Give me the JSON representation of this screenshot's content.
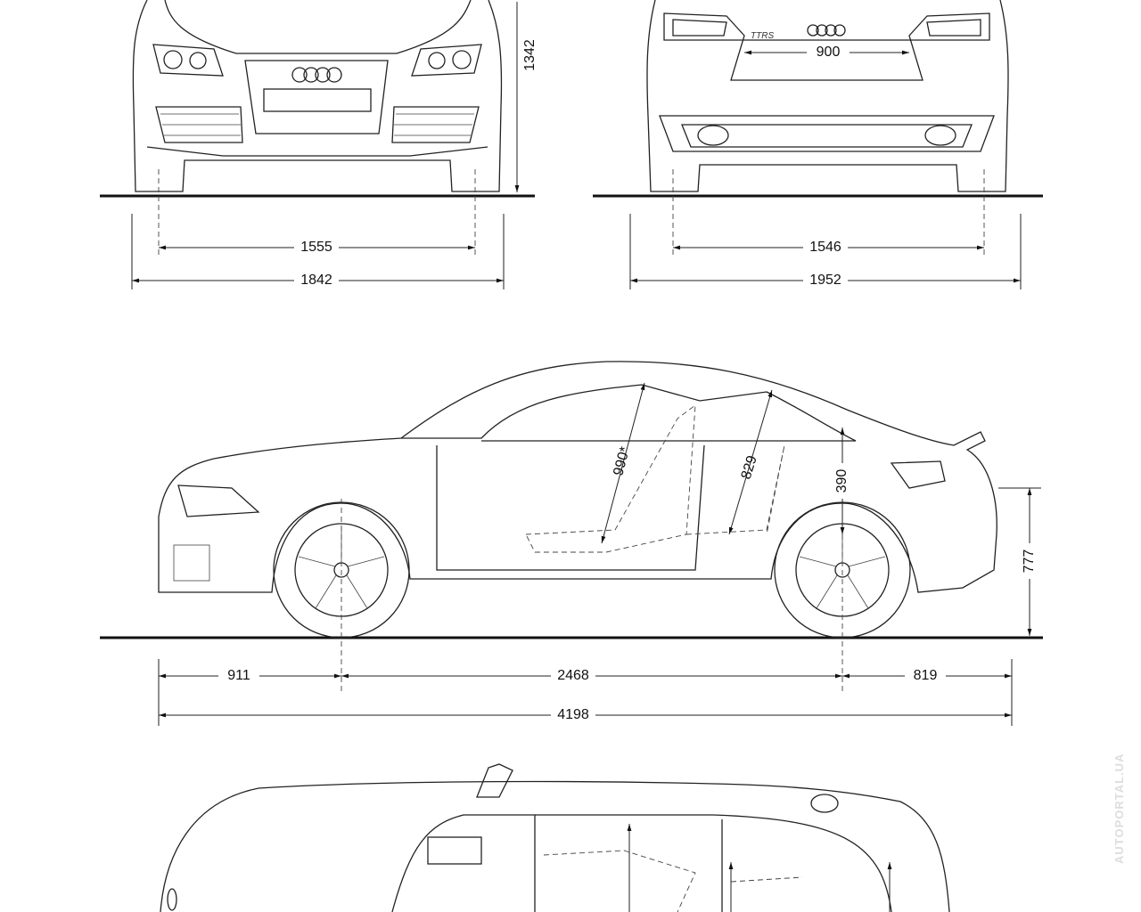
{
  "views": {
    "front": {
      "height": "1342",
      "front_track": "1555",
      "width": "1842"
    },
    "rear": {
      "trunk_width": "900",
      "rear_track": "1546",
      "width_with_mirrors": "1952",
      "badge": "TTRS"
    },
    "side": {
      "headroom_front": "990*",
      "headroom_rear": "829",
      "trunk_height": "390",
      "bumper_height": "777",
      "front_overhang": "911",
      "wheelbase": "2468",
      "rear_overhang": "819",
      "length": "4198"
    }
  },
  "watermark": "AUTOPORTAL.UA"
}
